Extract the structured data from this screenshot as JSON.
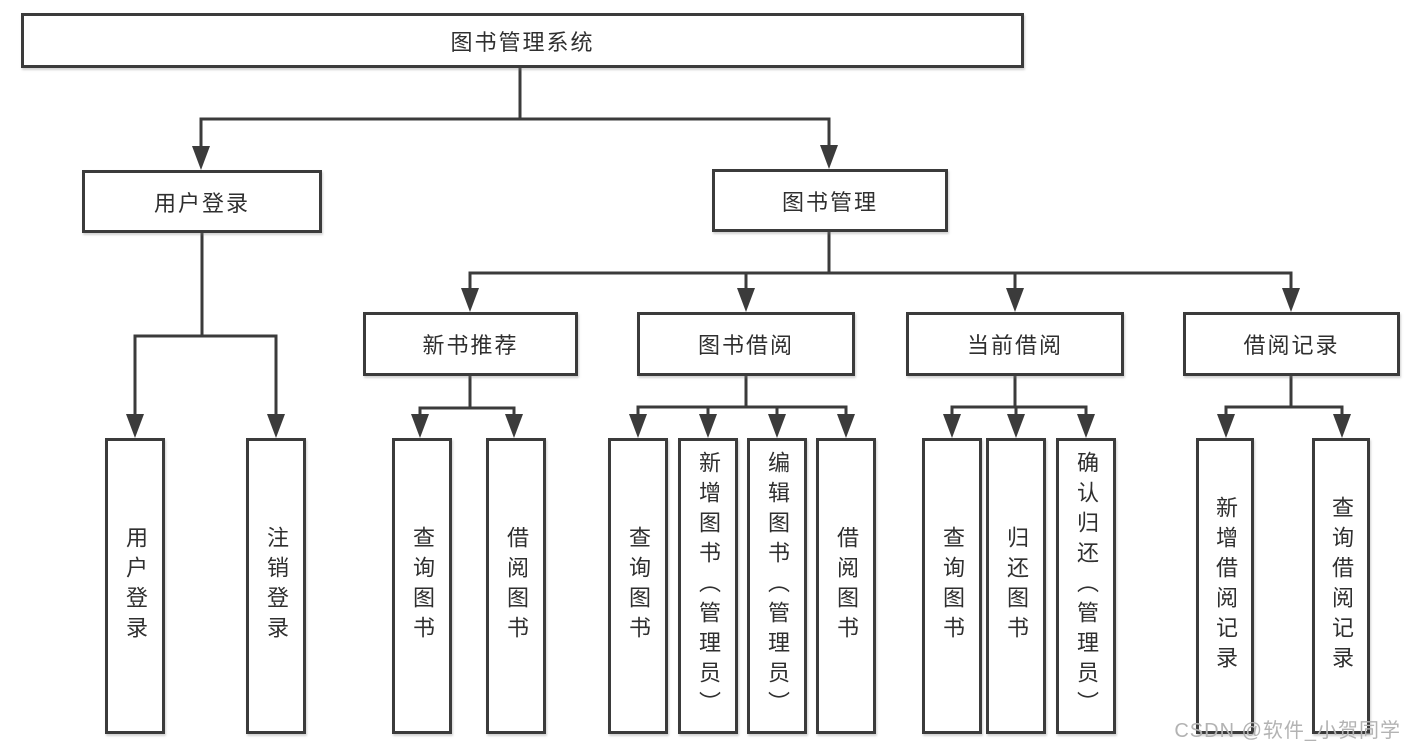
{
  "diagram_title": "图书管理系统",
  "nodes": {
    "root": {
      "label": "图书管理系统"
    },
    "login": {
      "label": "用户登录"
    },
    "mgmt": {
      "label": "图书管理"
    },
    "rec": {
      "label": "新书推荐"
    },
    "bb": {
      "label": "图书借阅"
    },
    "cb": {
      "label": "当前借阅"
    },
    "br": {
      "label": "借阅记录"
    },
    "leaves": {
      "login_user": {
        "label": "用户登录"
      },
      "login_logout": {
        "label": "注销登录"
      },
      "rec_query": {
        "label": "查询图书"
      },
      "rec_borrow": {
        "label": "借阅图书"
      },
      "bb_query": {
        "label": "查询图书"
      },
      "bb_add": {
        "label": "新增图书（管理员）"
      },
      "bb_edit": {
        "label": "编辑图书（管理员）"
      },
      "bb_borrow": {
        "label": "借阅图书"
      },
      "cb_query": {
        "label": "查询图书"
      },
      "cb_return": {
        "label": "归还图书"
      },
      "cb_confirm": {
        "label": "确认归还（管理员）"
      },
      "br_add": {
        "label": "新增借阅记录"
      },
      "br_query": {
        "label": "查询借阅记录"
      }
    }
  },
  "hierarchy": {
    "图书管理系统": {
      "用户登录": [
        "用户登录",
        "注销登录"
      ],
      "图书管理": {
        "新书推荐": [
          "查询图书",
          "借阅图书"
        ],
        "图书借阅": [
          "查询图书",
          "新增图书（管理员）",
          "编辑图书（管理员）",
          "借阅图书"
        ],
        "当前借阅": [
          "查询图书",
          "归还图书",
          "确认归还（管理员）"
        ],
        "借阅记录": [
          "新增借阅记录",
          "查询借阅记录"
        ]
      }
    }
  },
  "watermark": {
    "text": "CSDN @软件_小贺同学"
  },
  "colors": {
    "line": "#3b3b3b",
    "text": "#2f2f2f",
    "box_fill": "#ffffff",
    "background": "#ffffff",
    "watermark": "#b3b3b3"
  }
}
